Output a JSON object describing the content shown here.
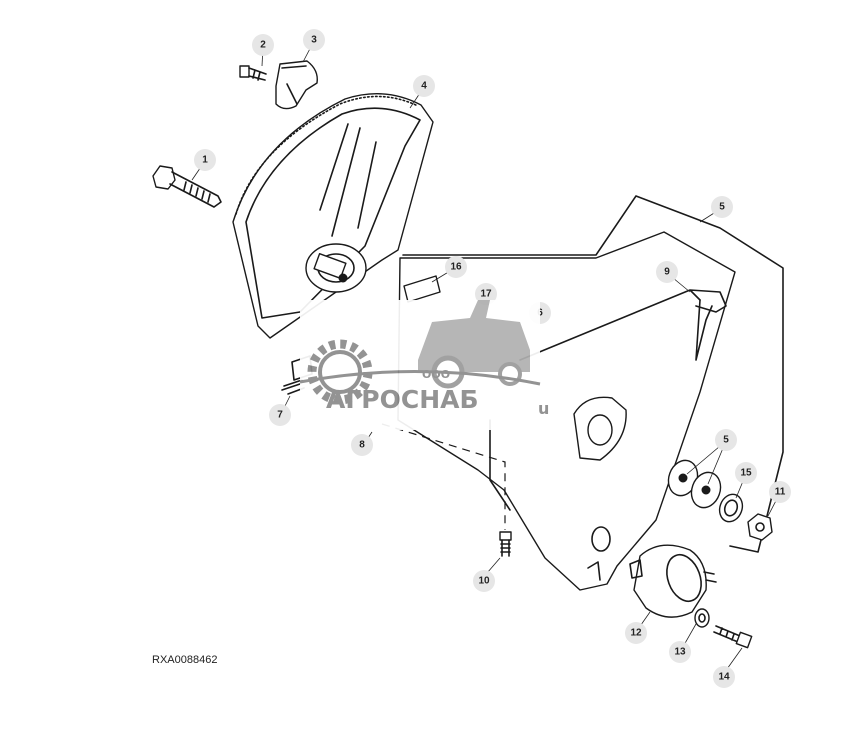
{
  "figure": {
    "reference_code": "RXA0088462",
    "callouts": [
      "1",
      "2",
      "3",
      "4",
      "5",
      "5",
      "6",
      "7",
      "8",
      "9",
      "10",
      "11",
      "12",
      "13",
      "14",
      "15",
      "16",
      "17"
    ]
  },
  "watermark": {
    "prefix": "ООО",
    "name": "АГРОСНАБ",
    "suffix": "u",
    "color": "#8a8a8a"
  }
}
